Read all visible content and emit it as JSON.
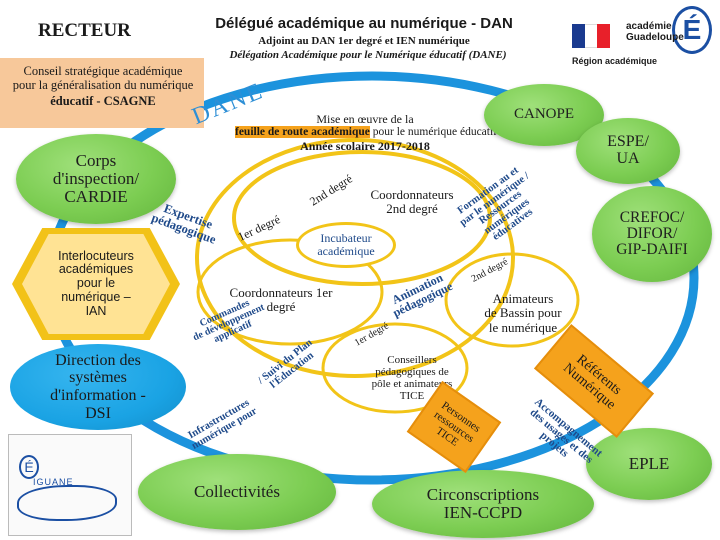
{
  "header": {
    "recteur": "RECTEUR",
    "dan_title": "Délégué académique au numérique - DAN",
    "dan_sub1": "Adjoint au DAN 1er degré et IEN numérique",
    "dan_sub2": "Délégation Académique pour le Numérique éducatif (DANE)",
    "region": "Région académique",
    "academie": "académie\nGuadeloupe"
  },
  "csagne": {
    "line1": "Conseil stratégique académique\npour la généralisation du numérique",
    "line2": "éducatif - CSAGNE"
  },
  "dane_label": "DANE",
  "center_top": {
    "line1": "Mise en œuvre de la",
    "line2_em": "feuille de route académique",
    "line2_rest": " pour le numérique éducatif",
    "line3": "Année scolaire 2017-2018"
  },
  "nodes": {
    "canope": "CANOPE",
    "espe": "ESPE/\nUA",
    "crefoc": "CREFOC/\nDIFOR/\nGIP-DAIFI",
    "corps": "Corps\nd'inspection/\nCARDIE",
    "interlocuteurs": "Interlocuteurs\nacadémiques\npour le\nnumérique –\nIAN",
    "dsi": "Direction des\nsystèmes\nd'information -\nDSI",
    "collectivites": "Collectivités",
    "circonscriptions": "Circonscriptions\nIEN-CCPD",
    "eple": "EPLE"
  },
  "inner": {
    "coord2": "Coordonnateurs\n2nd degré",
    "incubateur": "Incubateur\nacadémique",
    "coord1": "Coordonnateurs 1er\ndegré",
    "animateurs": "Animateurs\nde Bassin pour\nle numérique",
    "conseillers": "Conseillers\npédagogiques de\npôle et animateurs\nTICE"
  },
  "rotated": {
    "deg2_top": "2nd degré",
    "deg1_left": "1er degré",
    "expertise": "Expertise\npédagogique",
    "formation": "Formation au et\npar le numérique /\nRessources\nnumériques\néducatives",
    "commandes": "Commandes\nde développement\napplicatif",
    "animation": "Animation\npédagogique",
    "deg2_right": "2nd degré",
    "deg1_bottom": "1er degré",
    "suivi": "/ Suivi du Plan\nl'Éducation",
    "infra": "Infrastructures\nnumérique pour",
    "accompagnement": "Accompagnement\ndes usages et des\nprojets",
    "personnes": "Personnes\nressources\nTICE",
    "referents": "Référents\nNumérique"
  },
  "logo_iguane": "IGUANE",
  "colors": {
    "green": "#7ccd52",
    "blue_oval": "#1aa3e4",
    "ring_blue": "#1c93dd",
    "ring_yellow": "#f2c418",
    "orange": "#f5a21c",
    "dane_text": "#2e8fd6"
  }
}
